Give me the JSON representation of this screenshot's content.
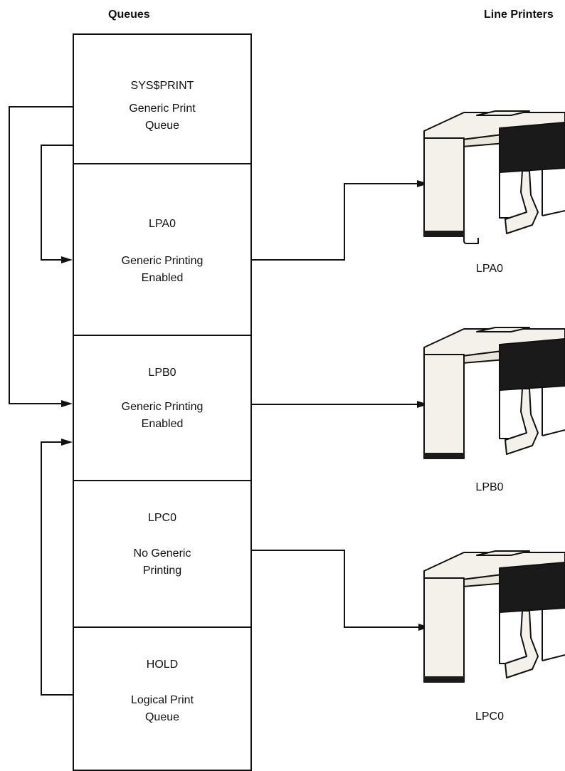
{
  "headers": {
    "queues": "Queues",
    "line_printers": "Line Printers"
  },
  "queues": [
    {
      "name": "SYS$PRINT",
      "desc": "Generic Print\nQueue"
    },
    {
      "name": "LPA0",
      "desc": "Generic Printing\nEnabled"
    },
    {
      "name": "LPB0",
      "desc": "Generic Printing\nEnabled"
    },
    {
      "name": "LPC0",
      "desc": "No Generic\nPrinting"
    },
    {
      "name": "HOLD",
      "desc": "Logical Print\nQueue"
    }
  ],
  "printers": [
    {
      "label": "LPA0"
    },
    {
      "label": "LPB0"
    },
    {
      "label": "LPC0"
    }
  ],
  "connections": [
    {
      "from": "SYS$PRINT",
      "to": "LPA0",
      "kind": "queue-to-queue"
    },
    {
      "from": "SYS$PRINT",
      "to": "LPB0",
      "kind": "queue-to-queue"
    },
    {
      "from": "HOLD",
      "to": "LPB0",
      "kind": "queue-to-queue"
    },
    {
      "from": "LPA0",
      "to": "LPA0",
      "kind": "queue-to-printer"
    },
    {
      "from": "LPB0",
      "to": "LPB0",
      "kind": "queue-to-printer"
    },
    {
      "from": "LPC0",
      "to": "LPC0",
      "kind": "queue-to-printer"
    }
  ],
  "colors": {
    "line": "#111111",
    "printer_body": "#f4f1ea",
    "printer_dark": "#1a1a1a"
  }
}
